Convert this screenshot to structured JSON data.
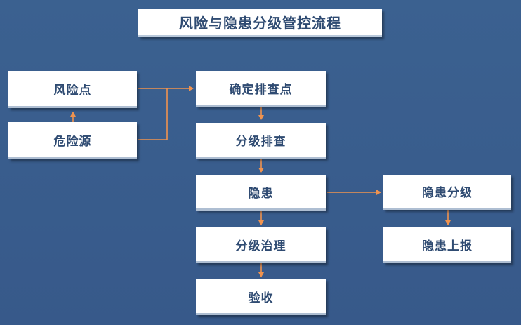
{
  "title": "风险与隐患分级管控流程",
  "nodes": {
    "risk_point": "风险点",
    "hazard_source": "危险源",
    "determine_check_point": "确定排查点",
    "graded_check": "分级排查",
    "hidden_danger": "隐患",
    "graded_treatment": "分级治理",
    "acceptance": "验收",
    "hidden_danger_grading": "隐患分级",
    "hidden_danger_report": "隐患上报"
  },
  "colors": {
    "background": "#3a5f8f",
    "box": "#ffffff",
    "text": "#2f4b72",
    "arrow": "#f0934f"
  }
}
